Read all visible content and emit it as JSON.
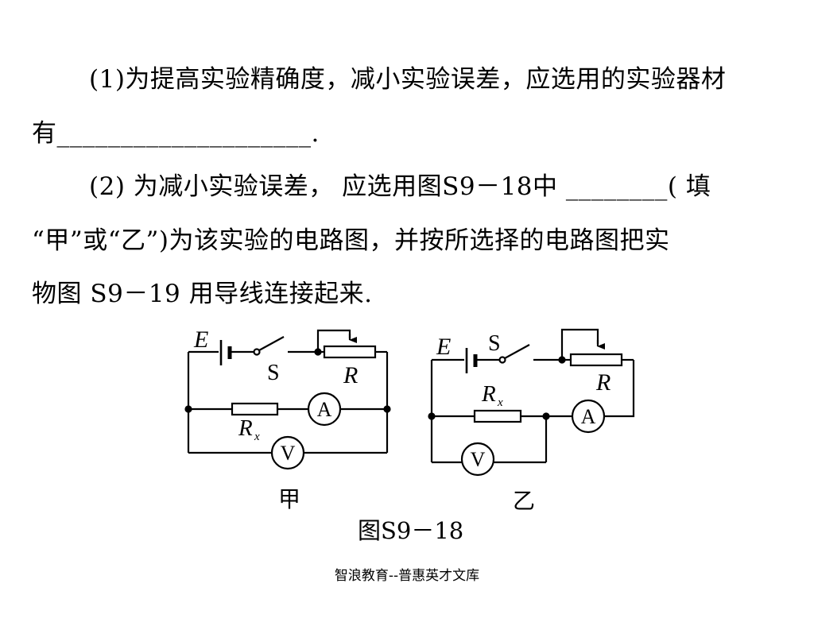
{
  "question": {
    "part1_line1": "(1)为提高实验精确度，减小实验误差，应选用的实验器材",
    "part1_line2": "有____________________.",
    "part2_line1": "(2) 为减小实验误差， 应选用图S9－18中 ________( 填",
    "part2_line2": "“甲”或“乙”)为该实验的电路图，并按所选择的电路图把实",
    "part2_line3": "物图 S9－19 用导线连接起来."
  },
  "figure": {
    "caption": "图S9－18",
    "circuit_jia": {
      "label": "甲",
      "source_label": "E",
      "switch_label": "S",
      "rheostat_label": "R",
      "resistor_label": "R",
      "resistor_subscript": "x",
      "ammeter_label": "A",
      "voltmeter_label": "V"
    },
    "circuit_yi": {
      "label": "乙",
      "source_label": "E",
      "switch_label": "S",
      "rheostat_label": "R",
      "resistor_label": "R",
      "resistor_subscript": "x",
      "ammeter_label": "A",
      "voltmeter_label": "V"
    }
  },
  "footer": "智浪教育--普惠英才文库"
}
